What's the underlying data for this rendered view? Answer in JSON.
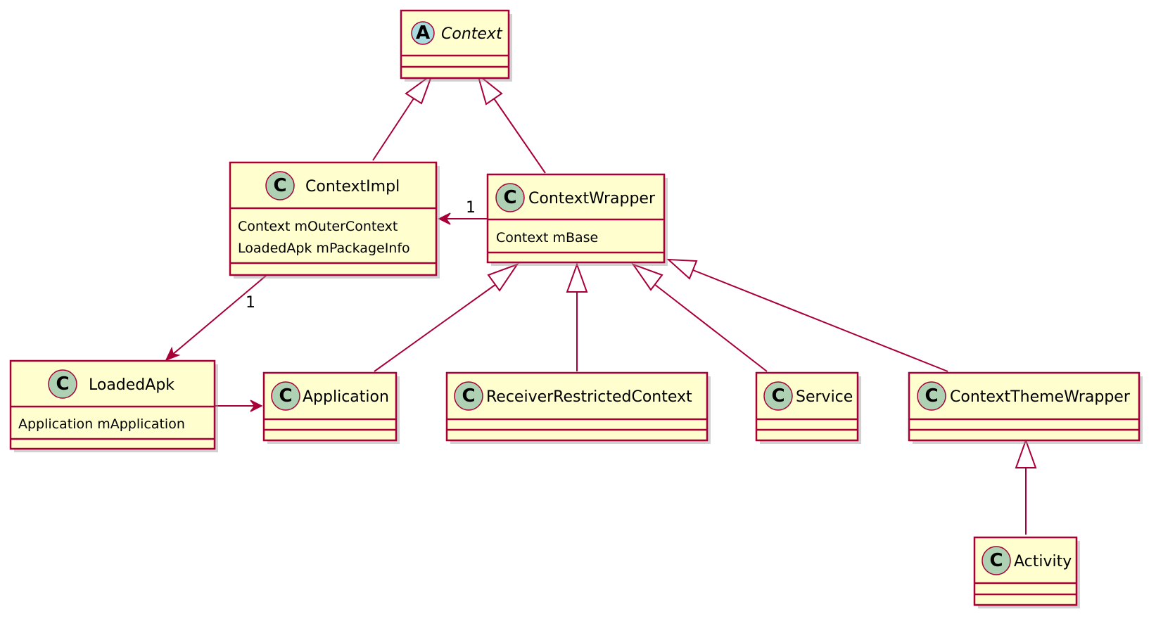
{
  "diagram": {
    "colors": {
      "box_fill": "#FEFECE",
      "border": "#A80036",
      "class_badge": "#ADD1B2",
      "abstract_badge": "#A9DCDF"
    },
    "classes": {
      "context": {
        "badge": "A",
        "name": "Context",
        "attributes": []
      },
      "context_impl": {
        "badge": "C",
        "name": "ContextImpl",
        "attributes": [
          "Context mOuterContext",
          "LoadedApk mPackageInfo"
        ]
      },
      "context_wrapper": {
        "badge": "C",
        "name": "ContextWrapper",
        "attributes": [
          "Context mBase"
        ]
      },
      "loaded_apk": {
        "badge": "C",
        "name": "LoadedApk",
        "attributes": [
          "Application mApplication"
        ]
      },
      "application": {
        "badge": "C",
        "name": "Application",
        "attributes": []
      },
      "receiver_restricted_context": {
        "badge": "C",
        "name": "ReceiverRestrictedContext",
        "attributes": []
      },
      "service": {
        "badge": "C",
        "name": "Service",
        "attributes": []
      },
      "context_theme_wrapper": {
        "badge": "C",
        "name": "ContextThemeWrapper",
        "attributes": []
      },
      "activity": {
        "badge": "C",
        "name": "Activity",
        "attributes": []
      }
    },
    "relations": [
      {
        "type": "inheritance",
        "from": "ContextImpl",
        "to": "Context"
      },
      {
        "type": "inheritance",
        "from": "ContextWrapper",
        "to": "Context"
      },
      {
        "type": "association",
        "from": "ContextWrapper",
        "to": "ContextImpl",
        "multiplicity": "1"
      },
      {
        "type": "association",
        "from": "ContextImpl",
        "to": "LoadedApk",
        "multiplicity": "1"
      },
      {
        "type": "association",
        "from": "LoadedApk",
        "to": "Application"
      },
      {
        "type": "inheritance",
        "from": "Application",
        "to": "ContextWrapper"
      },
      {
        "type": "inheritance",
        "from": "ReceiverRestrictedContext",
        "to": "ContextWrapper"
      },
      {
        "type": "inheritance",
        "from": "Service",
        "to": "ContextWrapper"
      },
      {
        "type": "inheritance",
        "from": "ContextThemeWrapper",
        "to": "ContextWrapper"
      },
      {
        "type": "inheritance",
        "from": "Activity",
        "to": "ContextThemeWrapper"
      }
    ]
  }
}
